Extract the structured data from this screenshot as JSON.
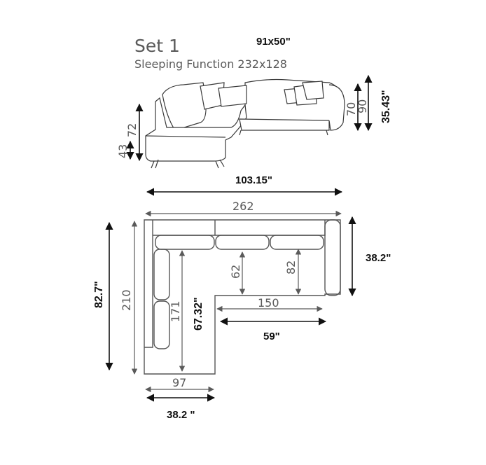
{
  "header": {
    "set_title": "Set 1",
    "sleeping_function": "Sleeping Function 232x128",
    "bed_size_inches": "91x50\""
  },
  "elevation": {
    "dim_seat_height_cm": "43",
    "dim_arm_height_cm": "72",
    "dim_back_height_a_cm": "70",
    "dim_back_height_b_cm": "90",
    "dim_back_height_in": "35.43\""
  },
  "plan": {
    "overall_width_in": "103.15\"",
    "overall_width_cm": "262",
    "depth_left_in": "82.7\"",
    "depth_left_cm": "210",
    "chaise_inner_cm": "171",
    "chaise_inner_in": "67.32\"",
    "seat_depth_cm": "62",
    "back_depth_cm": "82",
    "right_depth_in": "38.2\"",
    "inner_width_cm": "150",
    "inner_width_in": "59\"",
    "chaise_width_cm": "97",
    "chaise_width_in": "38.2 \""
  },
  "colors": {
    "outline": "#3a3a3a",
    "dimension_gray": "#5a5a5a",
    "dimension_black": "#111111"
  }
}
